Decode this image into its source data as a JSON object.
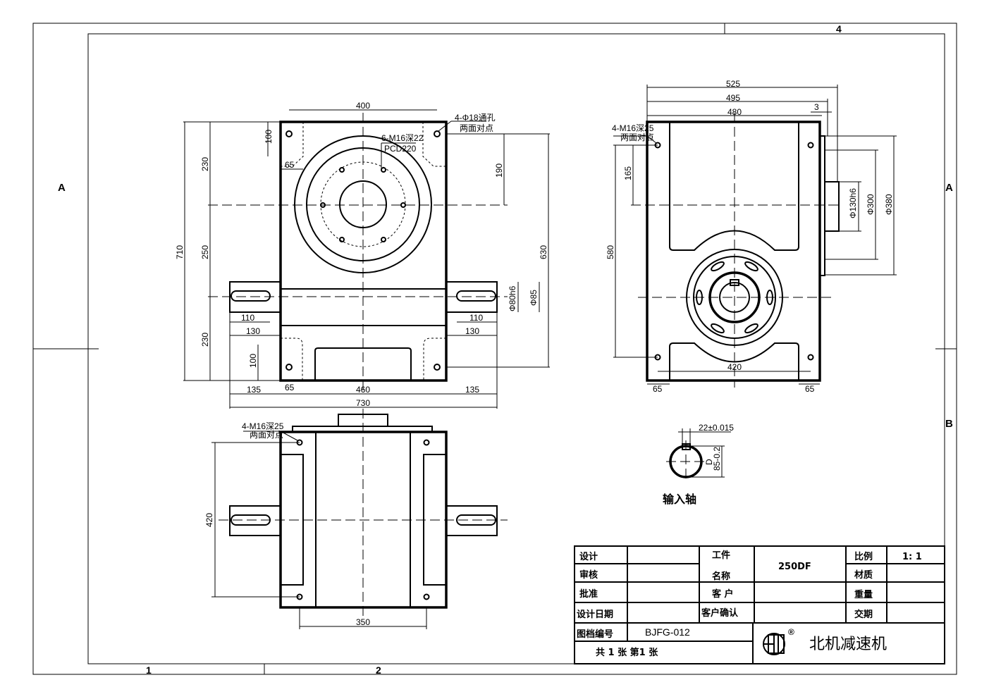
{
  "sheet": {
    "zones": {
      "top_mark": "4",
      "left_A": "A",
      "right_A": "A",
      "right_B": "B",
      "bottom_1": "1",
      "bottom_2": "2"
    }
  },
  "front_view": {
    "dims": {
      "w400": "400",
      "h100_top": "100",
      "w65_top": "65",
      "h230_top": "230",
      "h710": "710",
      "h250": "250",
      "h230_bot": "230",
      "h190": "190",
      "h630": "630",
      "d80h6": "Φ80h6",
      "d85": "Φ85",
      "l110_left": "110",
      "l130_left": "130",
      "l110_right": "110",
      "l130_right": "130",
      "h100_bot": "100",
      "w135_left": "135",
      "w65_bot": "65",
      "w460": "460",
      "w135_right": "135",
      "w730": "730"
    },
    "notes": {
      "holes_through": "4-Φ18通孔",
      "holes_through_sub": "两面对点",
      "tapped": "6-M16深22",
      "pcd": "PCD220"
    }
  },
  "side_view": {
    "dims": {
      "w525": "525",
      "w495": "495",
      "w480": "480",
      "w3": "3",
      "h165": "165",
      "h580": "580",
      "d130h6": "Φ130h6",
      "d300": "Φ300",
      "d380": "Φ380",
      "w420": "420",
      "w65_left": "65",
      "w65_right": "65"
    },
    "notes": {
      "tapped": "4-M16深25",
      "tapped_sub": "两面对点"
    }
  },
  "top_view": {
    "dims": {
      "h420": "420",
      "w350": "350"
    },
    "notes": {
      "tapped": "4-M16深25",
      "tapped_sub": "两面对点"
    }
  },
  "input_shaft": {
    "key_width": "22±0.015",
    "depth_label": "D",
    "depth_value": "85-0.2",
    "caption": "输入轴"
  },
  "title_block": {
    "design": "设计",
    "review": "审核",
    "approve": "批准",
    "design_date": "设计日期",
    "part_label_1": "工件",
    "part_label_2": "名称",
    "part_name": "250DF",
    "customer": "客 户",
    "customer_confirm": "客户确认",
    "scale_label": "比例",
    "scale_value": "1: 1",
    "material_label": "材质",
    "weight_label": "重量",
    "delivery_label": "交期",
    "drawing_no_label": "图档编号",
    "drawing_no": "BJFG-012",
    "sheets": "共 1 张 第1 张",
    "registered": "®",
    "company": "北机减速机"
  }
}
